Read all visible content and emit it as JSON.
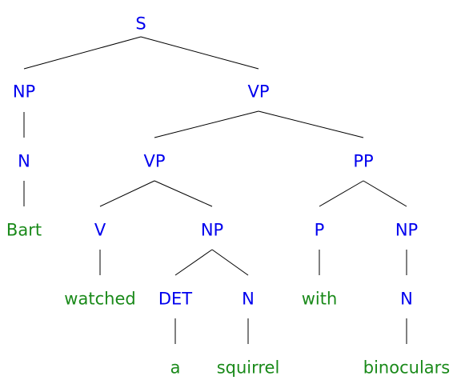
{
  "tree": {
    "nodes": {
      "s": "S",
      "np_subj": "NP",
      "vp_top": "VP",
      "n_subj": "N",
      "vp_inner": "VP",
      "pp": "PP",
      "bart": "Bart",
      "v": "V",
      "np_obj": "NP",
      "p": "P",
      "np_pp": "NP",
      "watched": "watched",
      "det": "DET",
      "n_obj": "N",
      "with": "with",
      "n_pp": "N",
      "a": "a",
      "squirrel": "squirrel",
      "binoculars": "binoculars"
    },
    "colors": {
      "nonterminal": "#0000ee",
      "word": "#1a8a1a",
      "edge": "#000000"
    }
  }
}
